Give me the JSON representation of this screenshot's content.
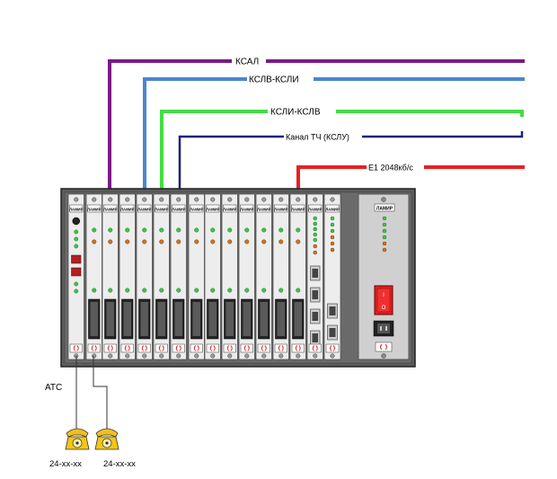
{
  "lines": [
    {
      "label": "КСАЛ",
      "color": "#7b1a86"
    },
    {
      "label": "КСЛВ-КСЛИ",
      "color": "#4a86cf"
    },
    {
      "label": "КСЛИ-КСЛВ",
      "color": "#44dd44"
    },
    {
      "label": "Канал ТЧ (КСЛУ)",
      "color": "#1a237e"
    },
    {
      "label": "Е1 2048кб/с",
      "color": "#e82020"
    }
  ],
  "chassis": {
    "card_brand": "ЛАМИР",
    "slot_count": 16
  },
  "atc_label": "АТС",
  "phones": [
    {
      "number": "24-хх-хх"
    },
    {
      "number": "24-хх-хх"
    }
  ]
}
